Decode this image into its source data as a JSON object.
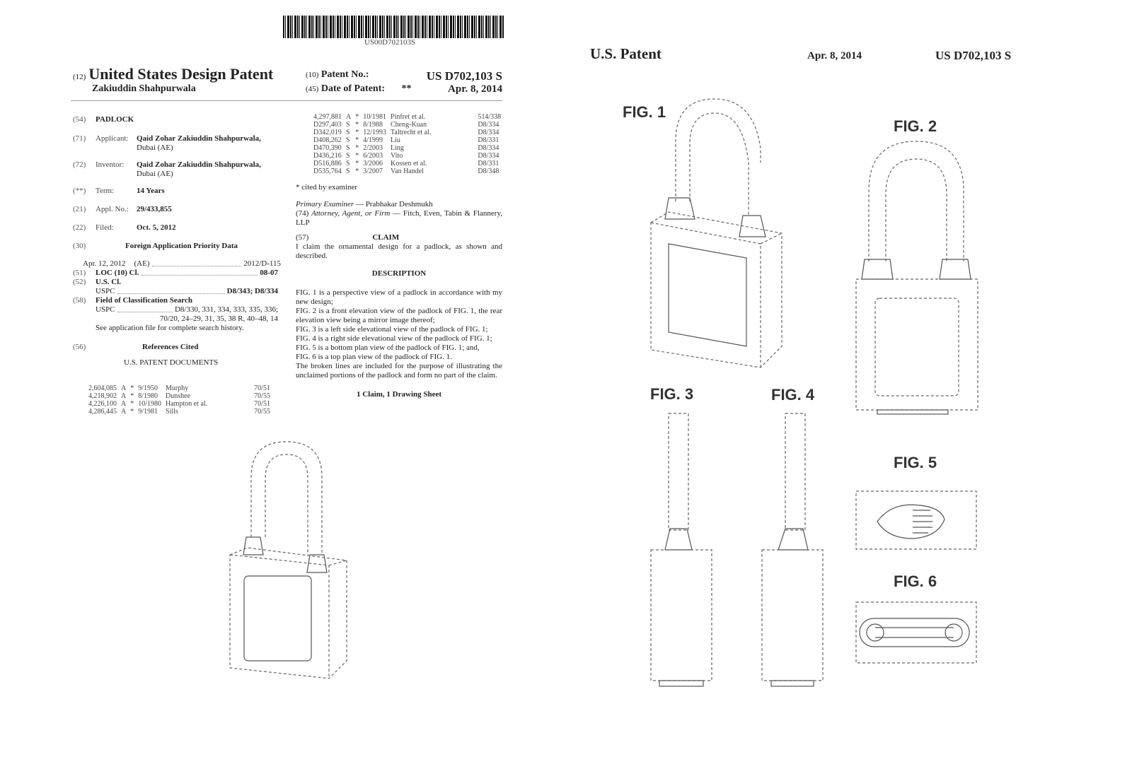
{
  "front": {
    "barcode_text": "US00D702103S",
    "title_code": "(12)",
    "title": "United States Design Patent",
    "inventor_name": "Zakiuddin Shahpurwala",
    "patent_no_code": "(10)",
    "patent_no_label": "Patent No.:",
    "patent_no": "US D702,103 S",
    "date_code": "(45)",
    "date_label": "Date of Patent:",
    "date_stars": "**",
    "date": "Apr. 8, 2014",
    "fields": [
      {
        "code": "(54)",
        "label": "",
        "value": "PADLOCK",
        "sub": ""
      },
      {
        "code": "(71)",
        "label": "Applicant:",
        "value": "Qaid Zohar Zakiuddin Shahpurwala,",
        "sub": "Dubai (AE)"
      },
      {
        "code": "(72)",
        "label": "Inventor:",
        "value": "Qaid Zohar Zakiuddin Shahpurwala,",
        "sub": "Dubai (AE)"
      },
      {
        "code": "(**)",
        "label": "Term:",
        "value": "14 Years",
        "sub": ""
      },
      {
        "code": "(21)",
        "label": "Appl. No.:",
        "value": "29/433,855",
        "sub": ""
      },
      {
        "code": "(22)",
        "label": "Filed:",
        "value": "Oct. 5, 2012",
        "sub": ""
      }
    ],
    "foreign_code": "(30)",
    "foreign_title": "Foreign Application Priority Data",
    "foreign_row": {
      "date": "Apr. 12, 2012",
      "country": "(AE)",
      "number": "2012/D-115"
    },
    "loc": {
      "code": "(51)",
      "label": "LOC (10) Cl.",
      "value": "08-07"
    },
    "uscl": {
      "code": "(52)",
      "label": "U.S. Cl.",
      "sub_label": "USPC",
      "value": "D8/343; D8/334"
    },
    "search": {
      "code": "(58)",
      "label": "Field of Classification Search",
      "sub_label": "USPC",
      "line1": "D8/330, 331, 334, 333, 335, 336;",
      "line2": "70/20, 24–29, 31, 35, 38 R, 40–48, 14",
      "note": "See application file for complete search history."
    },
    "refs_code": "(56)",
    "refs_title": "References Cited",
    "refs_sub": "U.S. PATENT DOCUMENTS",
    "refs_left": [
      [
        "2,604,085",
        "A",
        "*",
        "9/1950",
        "Murphy",
        "70/51"
      ],
      [
        "4,218,902",
        "A",
        "*",
        "8/1980",
        "Dunshee",
        "70/55"
      ],
      [
        "4,226,100",
        "A",
        "*",
        "10/1980",
        "Hampton et al.",
        "70/51"
      ],
      [
        "4,286,445",
        "A",
        "*",
        "9/1981",
        "Sills",
        "70/55"
      ]
    ],
    "refs_right": [
      [
        "4,297,881",
        "A",
        "*",
        "10/1981",
        "Pinfret et al.",
        "514/338"
      ],
      [
        "D297,403",
        "S",
        "*",
        "8/1988",
        "Cheng-Kuan",
        "D8/334"
      ],
      [
        "D342,019",
        "S",
        "*",
        "12/1993",
        "Taltrecht et al.",
        "D8/334"
      ],
      [
        "D408,262",
        "S",
        "*",
        "4/1999",
        "Liu",
        "D8/331"
      ],
      [
        "D470,390",
        "S",
        "*",
        "2/2003",
        "Ling",
        "D8/334"
      ],
      [
        "D436,216",
        "S",
        "*",
        "6/2003",
        "Vito",
        "D8/334"
      ],
      [
        "D516,886",
        "S",
        "*",
        "3/2006",
        "Kossen et al.",
        "D8/331"
      ],
      [
        "D535,764",
        "S",
        "*",
        "3/2007",
        "Van Handel",
        "D8/348"
      ]
    ],
    "cited_note": "* cited by examiner",
    "examiner_label": "Primary Examiner",
    "examiner": "Prabhakar Deshmukh",
    "attorney_code": "(74)",
    "attorney_label": "Attorney, Agent, or Firm",
    "attorney": "Fitch, Even, Tabin & Flannery, LLP",
    "claim_code": "(57)",
    "claim_title": "CLAIM",
    "claim_text": "I claim the ornamental design for a padlock, as shown and described.",
    "desc_title": "DESCRIPTION",
    "desc": [
      "FIG. 1 is a perspective view of a padlock in accordance with my new design;",
      "FIG. 2 is a front elevation view of the padlock of FIG. 1, the rear elevation view being a mirror image thereof;",
      "FIG. 3 is a left side elevational view of the padlock of FIG. 1;",
      "FIG. 4 is a right side elevational view of the padlock of FIG. 1;",
      "FIG. 5 is a bottom plan view of the padlock of FIG. 1; and,",
      "FIG. 6 is a top plan view of the padlock of FIG. 1.",
      "The broken lines are included for the purpose of illustrating the unclaimed portions of the padlock and form no part of the claim."
    ],
    "footer": "1 Claim, 1 Drawing Sheet"
  },
  "sheet": {
    "header_left": "U.S. Patent",
    "header_date": "Apr. 8, 2014",
    "header_no": "US D702,103 S",
    "figs": [
      "FIG. 1",
      "FIG. 2",
      "FIG. 3",
      "FIG. 4",
      "FIG. 5",
      "FIG. 6"
    ]
  }
}
